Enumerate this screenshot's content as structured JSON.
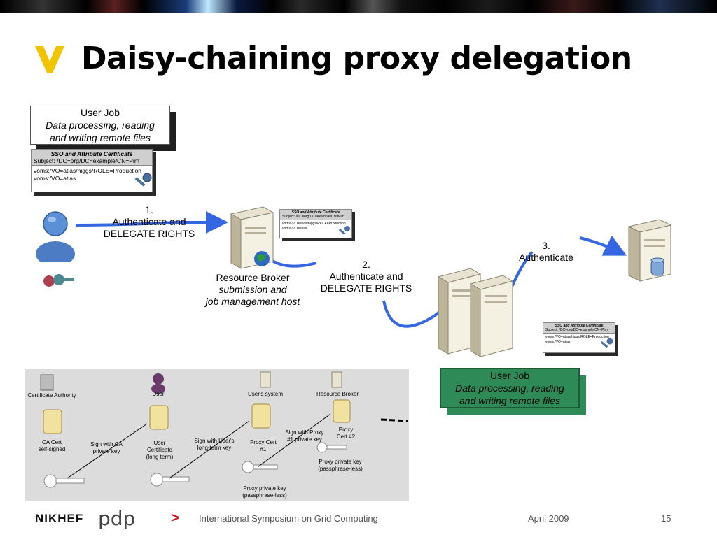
{
  "slide": {
    "title": "Daisy-chaining proxy delegation",
    "page_number": "15"
  },
  "top_job": {
    "heading": "User Job",
    "line1": "Data processing, reading",
    "line2": "and writing remote files"
  },
  "user_cert": {
    "title": "SSO and Attribute Certificate",
    "subject": "Subject: /DC=org/DC=example/CN=Pim",
    "attr1": "voms:/VO=atlas/higgs/ROLE=Production",
    "attr2": "voms:/VO=atlas"
  },
  "rb_cert": {
    "title": "SSO and Attribute Certificate",
    "subject": "Subject: /DC=org/DC=example/CN=Pim",
    "attr1": "voms:/VO=atlas/higgs/ROLE=Production",
    "attr2": "voms:/VO=atlas"
  },
  "ce_cert": {
    "title": "SSO and Attribute Certificate",
    "subject": "Subject: /DC=org/DC=example/CN=Pim",
    "attr1": "voms:/VO=atlas/higgs/ROLE=Production",
    "attr2": "voms:/VO=atlas"
  },
  "steps": {
    "step1_num": "1.",
    "step1_l1": "Authenticate and",
    "step1_l2": "DELEGATE RIGHTS",
    "step2_num": "2.",
    "step2_l1": "Authenticate and",
    "step2_l2": "DELEGATE RIGHTS",
    "step3_num": "3.",
    "step3_l1": "Authenticate"
  },
  "broker": {
    "name": "Resource Broker",
    "role1": "submission and",
    "role2": "job management host"
  },
  "bottom_job": {
    "heading": "User Job",
    "line1": "Data processing, reading",
    "line2": "and writing remote files"
  },
  "chain": {
    "ca": "Certificate Authority",
    "user": "User",
    "users_system": "User's system",
    "resource_broker": "Resource Broker",
    "ca_cert_1": "CA Cert",
    "ca_cert_2": "self-signed",
    "sign_ca_1": "Sign with CA",
    "sign_ca_2": "private key",
    "user_cert_1": "User",
    "user_cert_2": "Certificate",
    "user_cert_3": "(long term)",
    "sign_user_1": "Sign with User's",
    "sign_user_2": "long-term key",
    "proxy1_1": "Proxy Cert",
    "proxy1_2": "#1",
    "sign_proxy_1": "Sign with Proxy",
    "sign_proxy_2": "#1 private key",
    "proxy2_1": "Proxy",
    "proxy2_2": "Cert #2",
    "ppk2_1": "Proxy private key",
    "ppk2_2": "(passphrase-less)",
    "ppk1_1": "Proxy private key",
    "ppk1_2": "(passphrase-less)"
  },
  "footer": {
    "logo_nikhef": "NIKHEF",
    "logo_pdp": "pdp",
    "arrow": ">",
    "event": "International Symposium on Grid Computing",
    "date": "April 2009"
  },
  "colors": {
    "accent_yellow": "#f2c400",
    "arrow_blue": "#3366e0",
    "job_green": "#2e8b57",
    "footer_arrow": "#d01010"
  }
}
